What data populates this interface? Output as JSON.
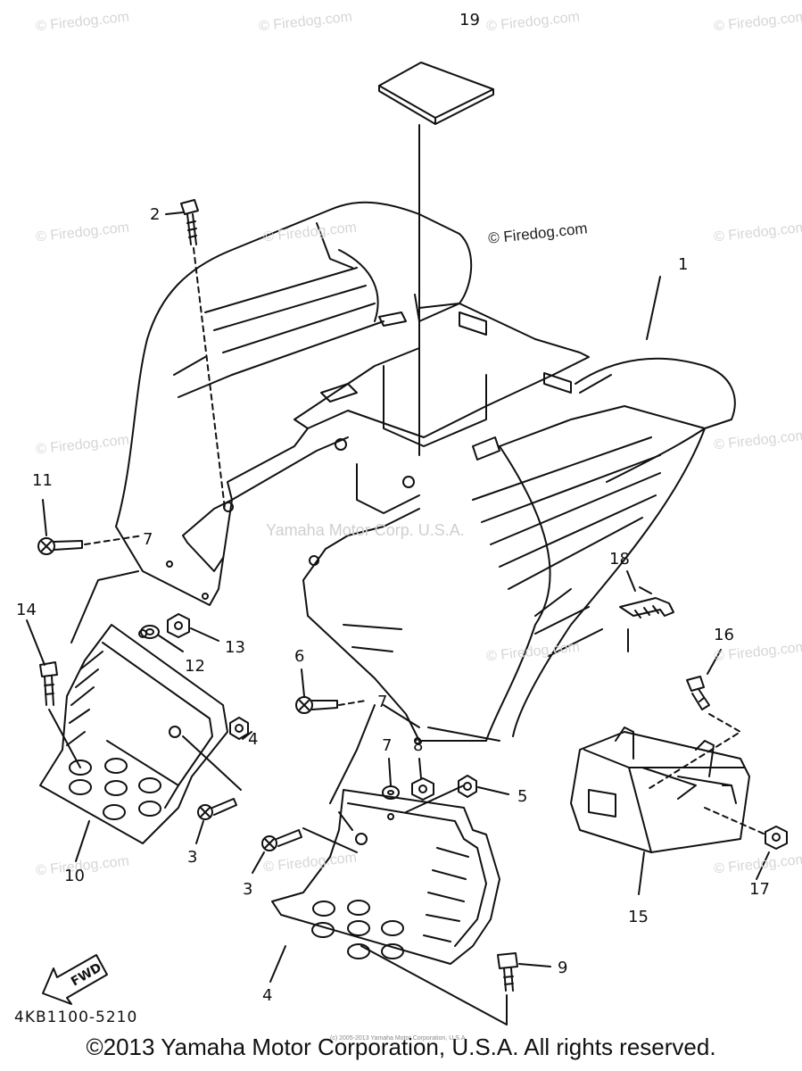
{
  "diagram": {
    "part_code": "4KB1100-5210",
    "copyright_footer": "©2013 Yamaha Motor Corporation, U.S.A. All rights reserved.",
    "tiny_copyright": "(c) 2005-2013 Yamaha Motor Corporation, U.S.A.",
    "fwd_label": "FWD",
    "center_watermark": "Yamaha Motor Corp. U.S.A.",
    "watermark_text": "© Firedog.com",
    "callouts": [
      "1",
      "2",
      "3",
      "3",
      "4",
      "4",
      "5",
      "6",
      "7",
      "7",
      "7",
      "8",
      "9",
      "10",
      "11",
      "12",
      "13",
      "14",
      "15",
      "16",
      "17",
      "18",
      "19"
    ]
  }
}
